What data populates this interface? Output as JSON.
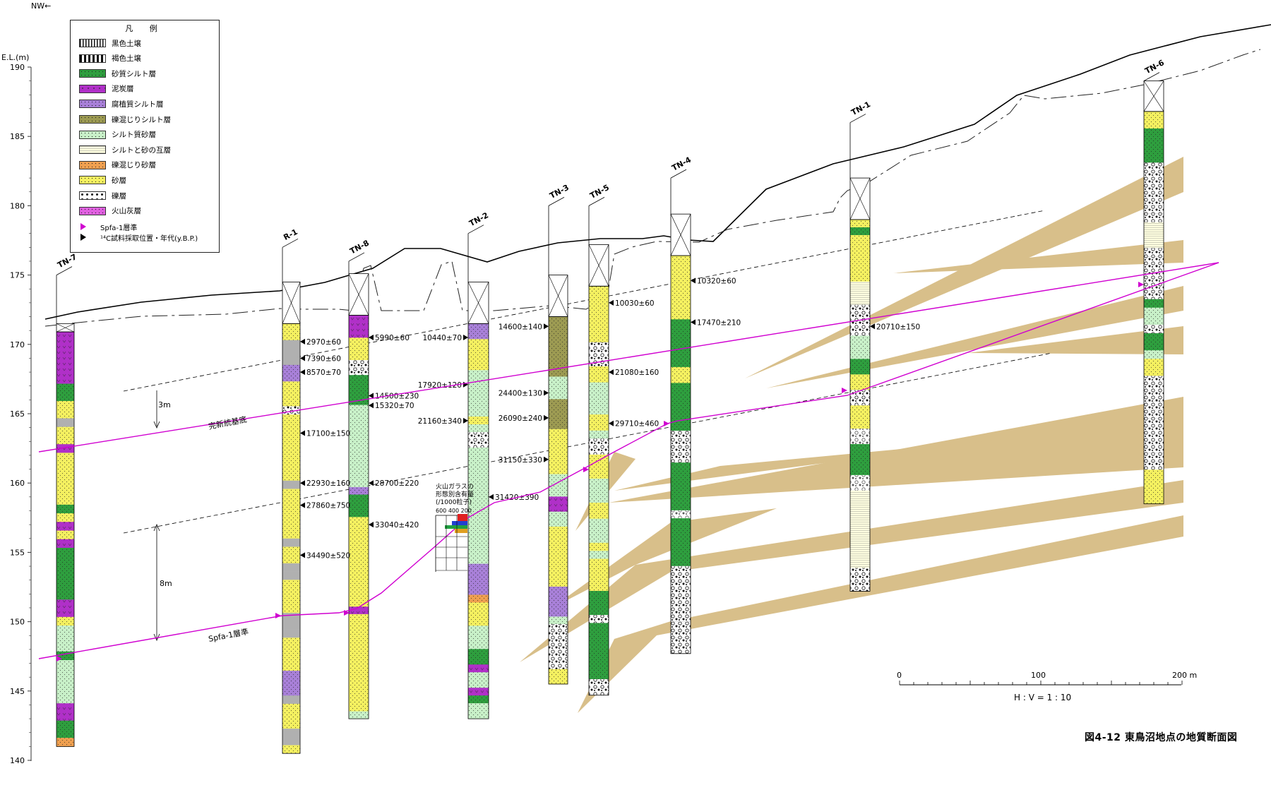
{
  "direction_label": "NW←",
  "axis": {
    "label": "E.L.(m)",
    "ticks": [
      "190",
      "185",
      "180",
      "175",
      "170",
      "165",
      "160",
      "155",
      "150",
      "145",
      "140"
    ]
  },
  "legend": {
    "title": "凡 例",
    "items": [
      {
        "label": "黒色土壌",
        "color": "#ffffff",
        "pattern": "vlines"
      },
      {
        "label": "褐色土壌",
        "color": "#ffffff",
        "pattern": "blocks"
      },
      {
        "label": "砂質シルト層",
        "color": "#2e9e3e",
        "pattern": "dots"
      },
      {
        "label": "泥炭層",
        "color": "#b030c8",
        "pattern": "v"
      },
      {
        "label": "腐植質シルト層",
        "color": "#a880d8",
        "pattern": "dots"
      },
      {
        "label": "礫混じりシルト層",
        "color": "#9c9a52",
        "pattern": "dots"
      },
      {
        "label": "シルト質砂層",
        "color": "#c8f0c8",
        "pattern": "dots"
      },
      {
        "label": "シルトと砂の互層",
        "color": "#ffffe0",
        "pattern": "hlines"
      },
      {
        "label": "礫混じり砂層",
        "color": "#f0a050",
        "pattern": "dots"
      },
      {
        "label": "砂層",
        "color": "#f4f060",
        "pattern": "dots"
      },
      {
        "label": "礫層",
        "color": "#ffffff",
        "pattern": "gravel"
      },
      {
        "label": "火山灰層",
        "color": "#e060e0",
        "pattern": "dots"
      }
    ],
    "markers": [
      {
        "label": "Spfa-1層準",
        "color": "#d000d0"
      },
      {
        "label": "¹⁴C試料採取位置・年代(y.B.P.)",
        "color": "#000000"
      }
    ]
  },
  "boreholes": [
    "TN-7",
    "R-1",
    "TN-8",
    "TN-2",
    "TN-3",
    "TN-5",
    "TN-4",
    "TN-1",
    "TN-6"
  ],
  "ages": [
    "2970±60",
    "7390±60",
    "8570±70",
    "17100±150",
    "22930±160",
    "27860±750",
    "34490±520",
    "5990±60",
    "14500±230",
    "15320±70",
    "28700±220",
    "33040±420",
    "10440±70",
    "17920±120",
    "21160±340",
    "31420±390",
    "14600±140",
    "24400±130",
    "26090±240",
    "31150±330",
    "10030±60",
    "21080±160",
    "29710±460",
    "10320±60",
    "17470±210",
    "20710±150"
  ],
  "annotations": {
    "holocene_base": "完新統基底",
    "spfa_horizon": "Spfa-1層準",
    "interval_3m": "3m",
    "interval_8m": "8m",
    "glass_title_1": "火山ガラスの",
    "glass_title_2": "形態別含有量",
    "glass_title_3": "(/1000粒子)",
    "glass_scale": "600 400 200"
  },
  "scale_bar": {
    "ticks": [
      "0",
      "100",
      "200 m"
    ],
    "ratio": "H : V = 1 : 10"
  },
  "caption": "図4-12 東鳥沼地点の地質断面図",
  "colors": {
    "sand": "#f4f060",
    "silt_sand": "#c8f0c8",
    "sandy_silt": "#2e9e3e",
    "peat": "#b030c8",
    "humic": "#a880d8",
    "ash": "#e060e0",
    "wedge": "#d8bf8a",
    "spfa": "#d000d0"
  }
}
